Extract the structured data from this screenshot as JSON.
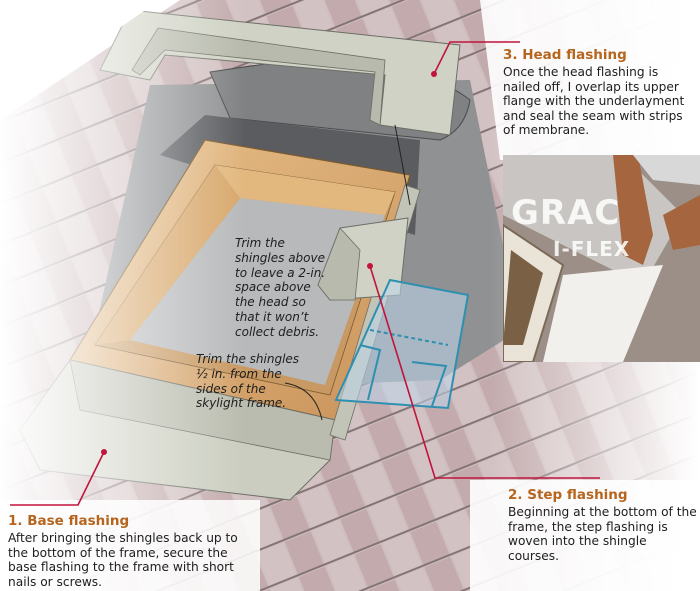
{
  "figure": {
    "subject": "Skylight flashing installation",
    "callouts": [
      {
        "id": "base",
        "title": "1. Base flashing",
        "body": "After bringing the shingles back up to the bottom of the frame, secure the base flashing to the frame with short nails or screws."
      },
      {
        "id": "step",
        "title": "2. Step flashing",
        "body": "Beginning at the bottom of the frame, the step flashing is woven into the shingle courses."
      },
      {
        "id": "head",
        "title": "3. Head flashing",
        "body": "Once the head flashing is nailed off, I overlap its upper flange with the underlayment and seal the seam with strips of membrane."
      }
    ],
    "notes": [
      {
        "id": "trim-above",
        "text": "Trim the shingles above to leave a 2-in. space above the head so that it won’t collect debris."
      },
      {
        "id": "trim-sides",
        "text": "Trim the shingles ½ in. from the sides of the skylight frame."
      }
    ],
    "photo": {
      "label_line1": "GRAC",
      "label_line2": "I-FLEX"
    },
    "colors": {
      "title_orange": "#b5651d",
      "leader_red": "#c0143c",
      "step_flashing_blue": "#2f8fb0",
      "flashing_metal": "#cfd2c4",
      "underlayment_gray": "#8e9092",
      "wood": "#d9ad74",
      "shingle_mauve": "#b59a9c"
    }
  }
}
